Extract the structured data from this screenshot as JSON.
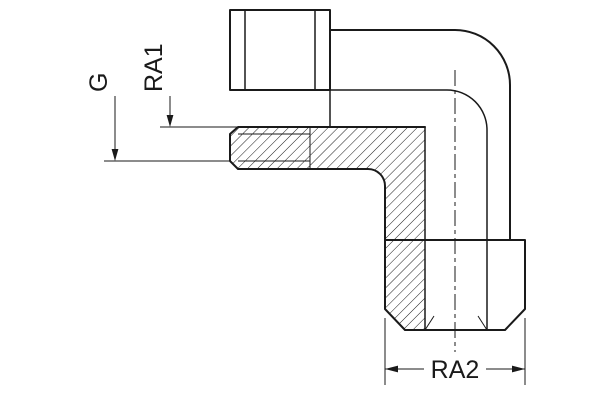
{
  "labels": {
    "thread": "G",
    "dim1": "RA1",
    "dim2": "RA2"
  },
  "colors": {
    "line": "#1a1a1a",
    "background": "#ffffff"
  }
}
